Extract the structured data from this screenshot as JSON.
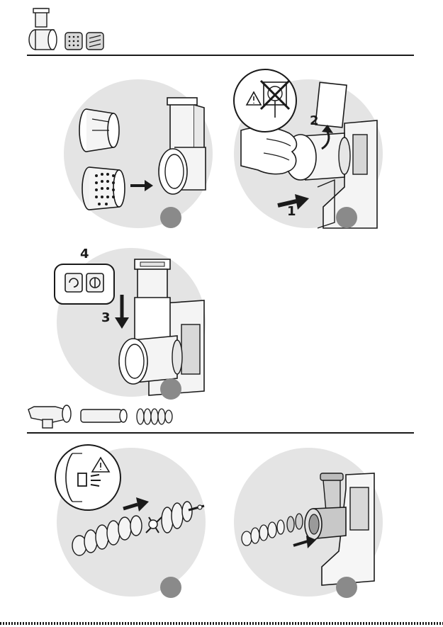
{
  "sections": [
    {
      "name": "slicer-section",
      "steps": [
        "1",
        "2",
        "3",
        "4"
      ]
    },
    {
      "name": "mincer-section"
    }
  ],
  "step_labels": {
    "push": "1",
    "rotate": "2",
    "insert": "3",
    "switch": "4"
  },
  "icons": [
    "grater-attachment-icon",
    "warning-icon",
    "no-plug-icon",
    "power-switch-icon",
    "mincer-parts-icon",
    "lock-indicator-icon"
  ],
  "colors": {
    "circle_bg": "#e4e4e4",
    "badge": "#8a8a8a",
    "ink": "#1a1a1a"
  }
}
